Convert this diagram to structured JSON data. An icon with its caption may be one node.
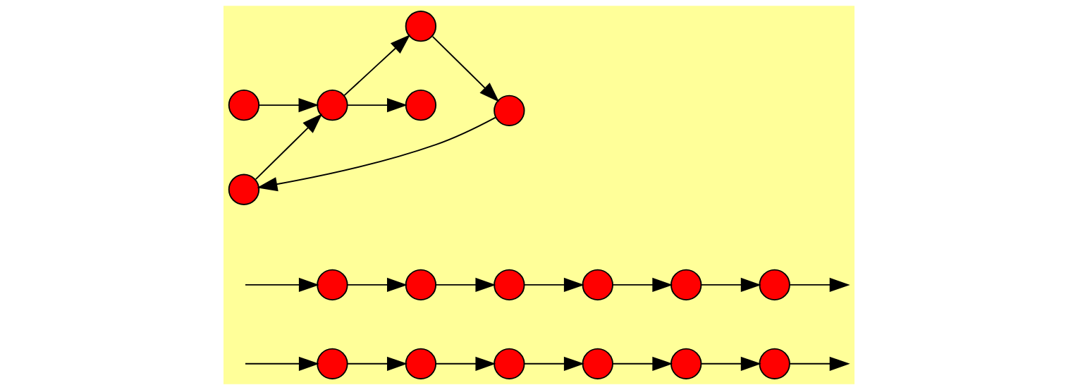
{
  "diagram": {
    "nodes": [
      {
        "text": [],
        "shape": "circle"
      },
      {
        "text": [],
        "shape": "circle"
      },
      {
        "text": [],
        "shape": "circle"
      },
      {
        "text": [],
        "shape": "circle"
      },
      {
        "text": [],
        "shape": "circle"
      },
      {
        "text": [],
        "shape": "circle"
      },
      {
        "text": [],
        "shape": "circle"
      },
      {
        "text": [],
        "shape": "circle"
      },
      {
        "text": [],
        "shape": "circle"
      },
      {
        "text": [],
        "shape": "circle"
      },
      {
        "text": [],
        "shape": "circle"
      },
      {
        "text": [],
        "shape": "circle"
      },
      {
        "text": [],
        "shape": "circle"
      },
      {
        "text": [],
        "shape": "circle"
      },
      {
        "text": [],
        "shape": "circle"
      },
      {
        "text": [],
        "shape": "circle"
      },
      {
        "text": [],
        "shape": "circle"
      },
      {
        "text": [],
        "shape": "circle"
      }
    ],
    "edges": [
      {
        "from": null,
        "to": 0,
        "arrow": "to"
      },
      {
        "from": 0,
        "to": 1,
        "arrow": "to"
      },
      {
        "from": 1,
        "to": 2,
        "arrow": "to"
      },
      {
        "from": 2,
        "to": 3,
        "arrow": "to"
      },
      {
        "from": 3,
        "to": 4,
        "arrow": "to"
      },
      {
        "from": 4,
        "to": 5,
        "arrow": "to"
      },
      {
        "from": 5,
        "to": null,
        "arrow": "to"
      },
      {
        "from": null,
        "to": 6,
        "arrow": "to"
      },
      {
        "from": 6,
        "to": 7,
        "arrow": "to"
      },
      {
        "from": 7,
        "to": 8,
        "arrow": "to"
      },
      {
        "from": 8,
        "to": 9,
        "arrow": "to"
      },
      {
        "from": 9,
        "to": 10,
        "arrow": "to"
      },
      {
        "from": 10,
        "to": 11,
        "arrow": "to"
      },
      {
        "from": 11,
        "to": null,
        "arrow": "to"
      },
      {
        "from": 12,
        "to": 13,
        "arrow": "to"
      },
      {
        "from": 14,
        "to": 13,
        "arrow": "to"
      },
      {
        "from": 13,
        "to": 16,
        "arrow": "to"
      },
      {
        "from": 16,
        "to": 15,
        "arrow": "to"
      },
      {
        "from": 15,
        "to": 12,
        "arrow": "to"
      },
      {
        "from": 13,
        "to": 17,
        "arrow": "to"
      }
    ]
  }
}
